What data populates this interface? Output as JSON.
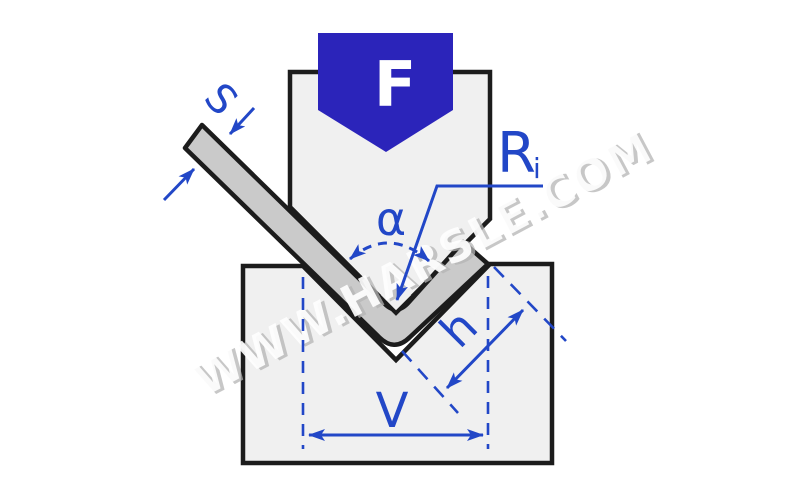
{
  "diagram": {
    "kind": "press-brake-v-bending-cross-section",
    "labels": {
      "force": "F",
      "sheet_thickness": "S",
      "inner_radius_base": "R",
      "inner_radius_sub": "i",
      "bend_angle": "α",
      "die_height": "h",
      "die_opening": "V"
    },
    "watermark": "WWW.HARSLE.COM"
  },
  "colors": {
    "annotation_blue": "#2247c7",
    "force_arrow_blue": "#2b24ba",
    "tool_fill": "#f0f0f0",
    "sheet_fill": "#cacaca",
    "outline_ink": "#1c1c1c"
  }
}
